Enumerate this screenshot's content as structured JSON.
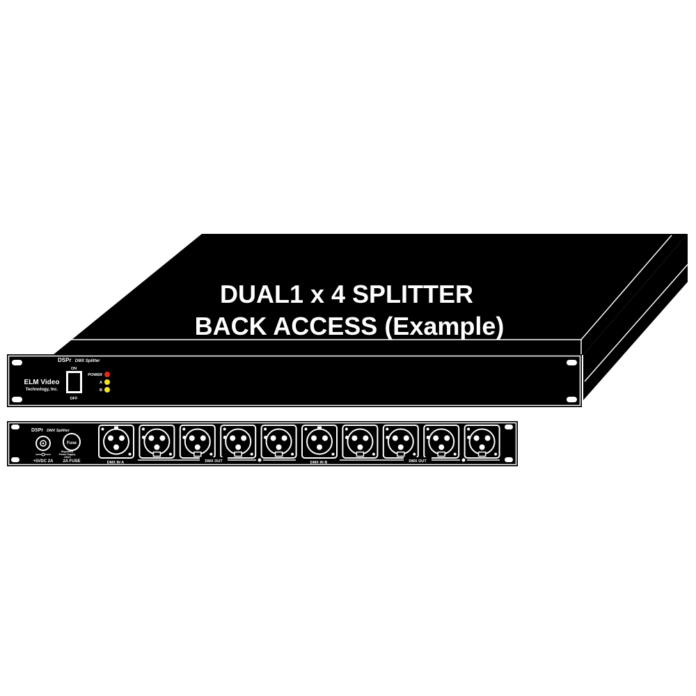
{
  "title_line1": "DUAL1 x 4 SPLITTER",
  "title_line2": "BACK ACCESS (Example)",
  "front_panel": {
    "model": "DSPr",
    "model_desc": "DMX Splitter",
    "brand_line1": "ELM Video",
    "brand_line2": "Technology, Inc.",
    "switch_on": "ON",
    "switch_off": "OFF",
    "led_power": "POWER",
    "led_a": "A",
    "led_b": "B",
    "led_colors": {
      "power": "#e8261c",
      "a": "#f4e51c",
      "b": "#f4e51c"
    }
  },
  "back_panel": {
    "model": "DSPr",
    "model_desc": "DMX Splitter",
    "power_label": "+5VDC 2A",
    "fuse_text": "Fuse",
    "fuse_label": "2A FUSE",
    "regulated_note_line1": "Regulated",
    "regulated_note_line2": "Power Supply",
    "regulated_note_line3": "ONLY",
    "dmx_in_a": "DMX IN A",
    "dmx_out_1": "DMX OUT",
    "dmx_in_b": "DMX IN B",
    "dmx_out_2": "DMX OUT",
    "connectors": [
      {
        "kind": "male"
      },
      {
        "kind": "female"
      },
      {
        "kind": "female"
      },
      {
        "kind": "female"
      },
      {
        "kind": "female"
      },
      {
        "kind": "male"
      },
      {
        "kind": "female"
      },
      {
        "kind": "female"
      },
      {
        "kind": "female"
      },
      {
        "kind": "female"
      }
    ]
  }
}
